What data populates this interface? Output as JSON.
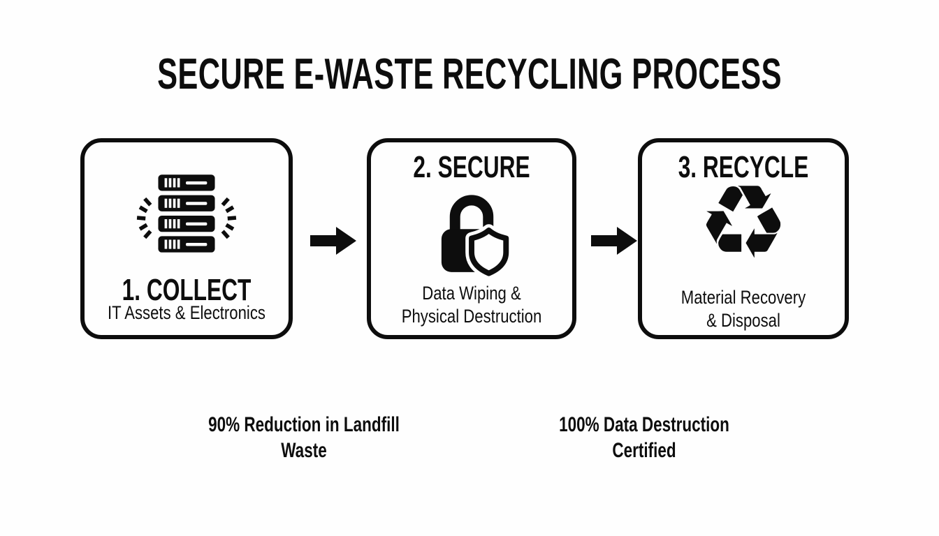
{
  "title": "SECURE E-WASTE RECYCLING PROCESS",
  "colors": {
    "ink": "#0d0d0d",
    "background": "#fefefe"
  },
  "steps": [
    {
      "label": "1. COLLECT",
      "caption": "IT Assets & Electronics",
      "icon": "server-stack-icon"
    },
    {
      "label": "2. SECURE",
      "caption": "Data Wiping &\nPhysical Destruction",
      "icon": "lock-shield-icon"
    },
    {
      "label": "3. RECYCLE",
      "caption": "Material Recovery\n& Disposal",
      "icon": "recycle-icon"
    }
  ],
  "connectors": [
    {
      "icon": "arrow-right-icon"
    },
    {
      "icon": "arrow-right-icon"
    }
  ],
  "stats": [
    {
      "text": "90% Reduction in Landfill\nWaste"
    },
    {
      "text": "100% Data Destruction\nCertified"
    }
  ],
  "recycle_glyph": "♻"
}
